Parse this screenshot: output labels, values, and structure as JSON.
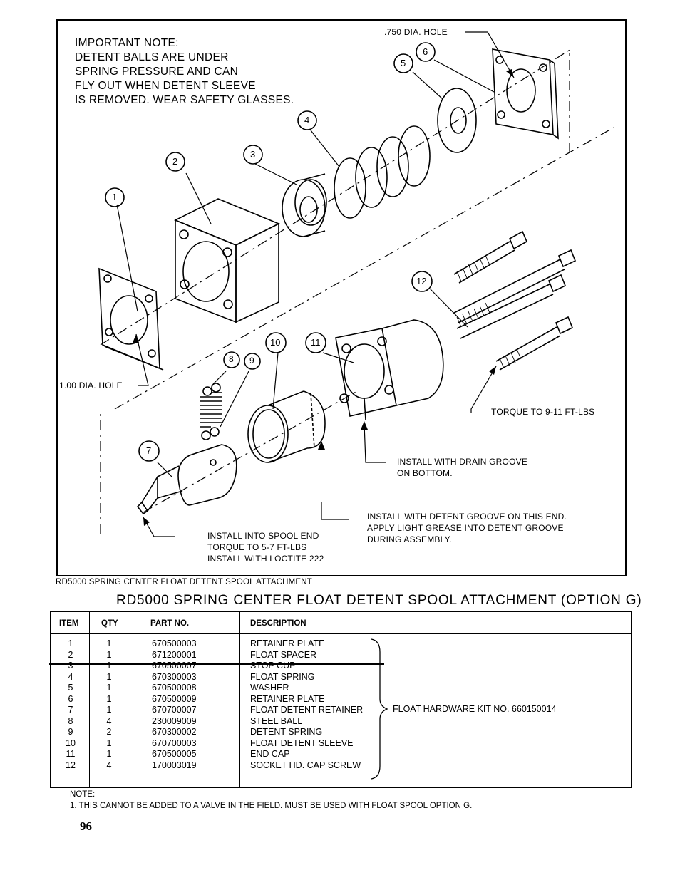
{
  "drawing": {
    "important_note": [
      "IMPORTANT NOTE:",
      "DETENT BALLS ARE UNDER",
      "SPRING PRESSURE AND CAN",
      "FLY OUT WHEN DETENT SLEEVE",
      "IS REMOVED. WEAR SAFETY GLASSES."
    ],
    "callouts": {
      "hole_750": ".750 DIA. HOLE",
      "hole_100": "1.00 DIA. HOLE",
      "torque_screws": "TORQUE TO 9-11 FT-LBS",
      "drain_groove_1": "INSTALL WITH DRAIN GROOVE",
      "drain_groove_2": "ON BOTTOM.",
      "detent_groove_1": "INSTALL WITH DETENT GROOVE ON THIS END.",
      "detent_groove_2": "APPLY LIGHT GREASE INTO DETENT GROOVE",
      "detent_groove_3": "DURING ASSEMBLY.",
      "spool_end_1": "INSTALL INTO SPOOL END",
      "spool_end_2": "TORQUE TO 5-7 FT-LBS",
      "spool_end_3": "INSTALL WITH LOCTITE 222"
    },
    "balloons": [
      "1",
      "2",
      "3",
      "4",
      "5",
      "6",
      "7",
      "8",
      "9",
      "10",
      "11",
      "12"
    ]
  },
  "caption": "RD5000 SPRING CENTER FLOAT DETENT SPOOL ATTACHMENT",
  "title": "RD5000 SPRING CENTER FLOAT DETENT SPOOL ATTACHMENT (OPTION G)",
  "table": {
    "headers": {
      "item": "ITEM",
      "qty": "QTY",
      "part": "PART NO.",
      "desc": "DESCRIPTION"
    },
    "rows": [
      {
        "item": "1",
        "qty": "1",
        "part": "670500003",
        "desc": "RETAINER PLATE"
      },
      {
        "item": "2",
        "qty": "1",
        "part": "671200001",
        "desc": "FLOAT SPACER"
      },
      {
        "item": "3",
        "qty": "1",
        "part": "670500007",
        "desc": "STOP CUP"
      },
      {
        "item": "4",
        "qty": "1",
        "part": "670300003",
        "desc": "FLOAT SPRING"
      },
      {
        "item": "5",
        "qty": "1",
        "part": "670500008",
        "desc": "WASHER"
      },
      {
        "item": "6",
        "qty": "1",
        "part": "670500009",
        "desc": "RETAINER PLATE"
      },
      {
        "item": "7",
        "qty": "1",
        "part": "670700007",
        "desc": "FLOAT DETENT RETAINER"
      },
      {
        "item": "8",
        "qty": "4",
        "part": "230009009",
        "desc": "STEEL BALL"
      },
      {
        "item": "9",
        "qty": "2",
        "part": "670300002",
        "desc": "DETENT SPRING"
      },
      {
        "item": "10",
        "qty": "1",
        "part": "670700003",
        "desc": "FLOAT DETENT SLEEVE"
      },
      {
        "item": "11",
        "qty": "1",
        "part": "670500005",
        "desc": "END CAP"
      },
      {
        "item": "12",
        "qty": "4",
        "part": "170003019",
        "desc": "SOCKET HD. CAP SCREW"
      }
    ],
    "kit_label": "FLOAT HARDWARE KIT NO. 660150014"
  },
  "note": {
    "heading": "NOTE:",
    "line1": "1. THIS CANNOT BE ADDED TO A VALVE IN THE FIELD. MUST BE USED WITH FLOAT SPOOL OPTION G."
  },
  "page_number": "96"
}
